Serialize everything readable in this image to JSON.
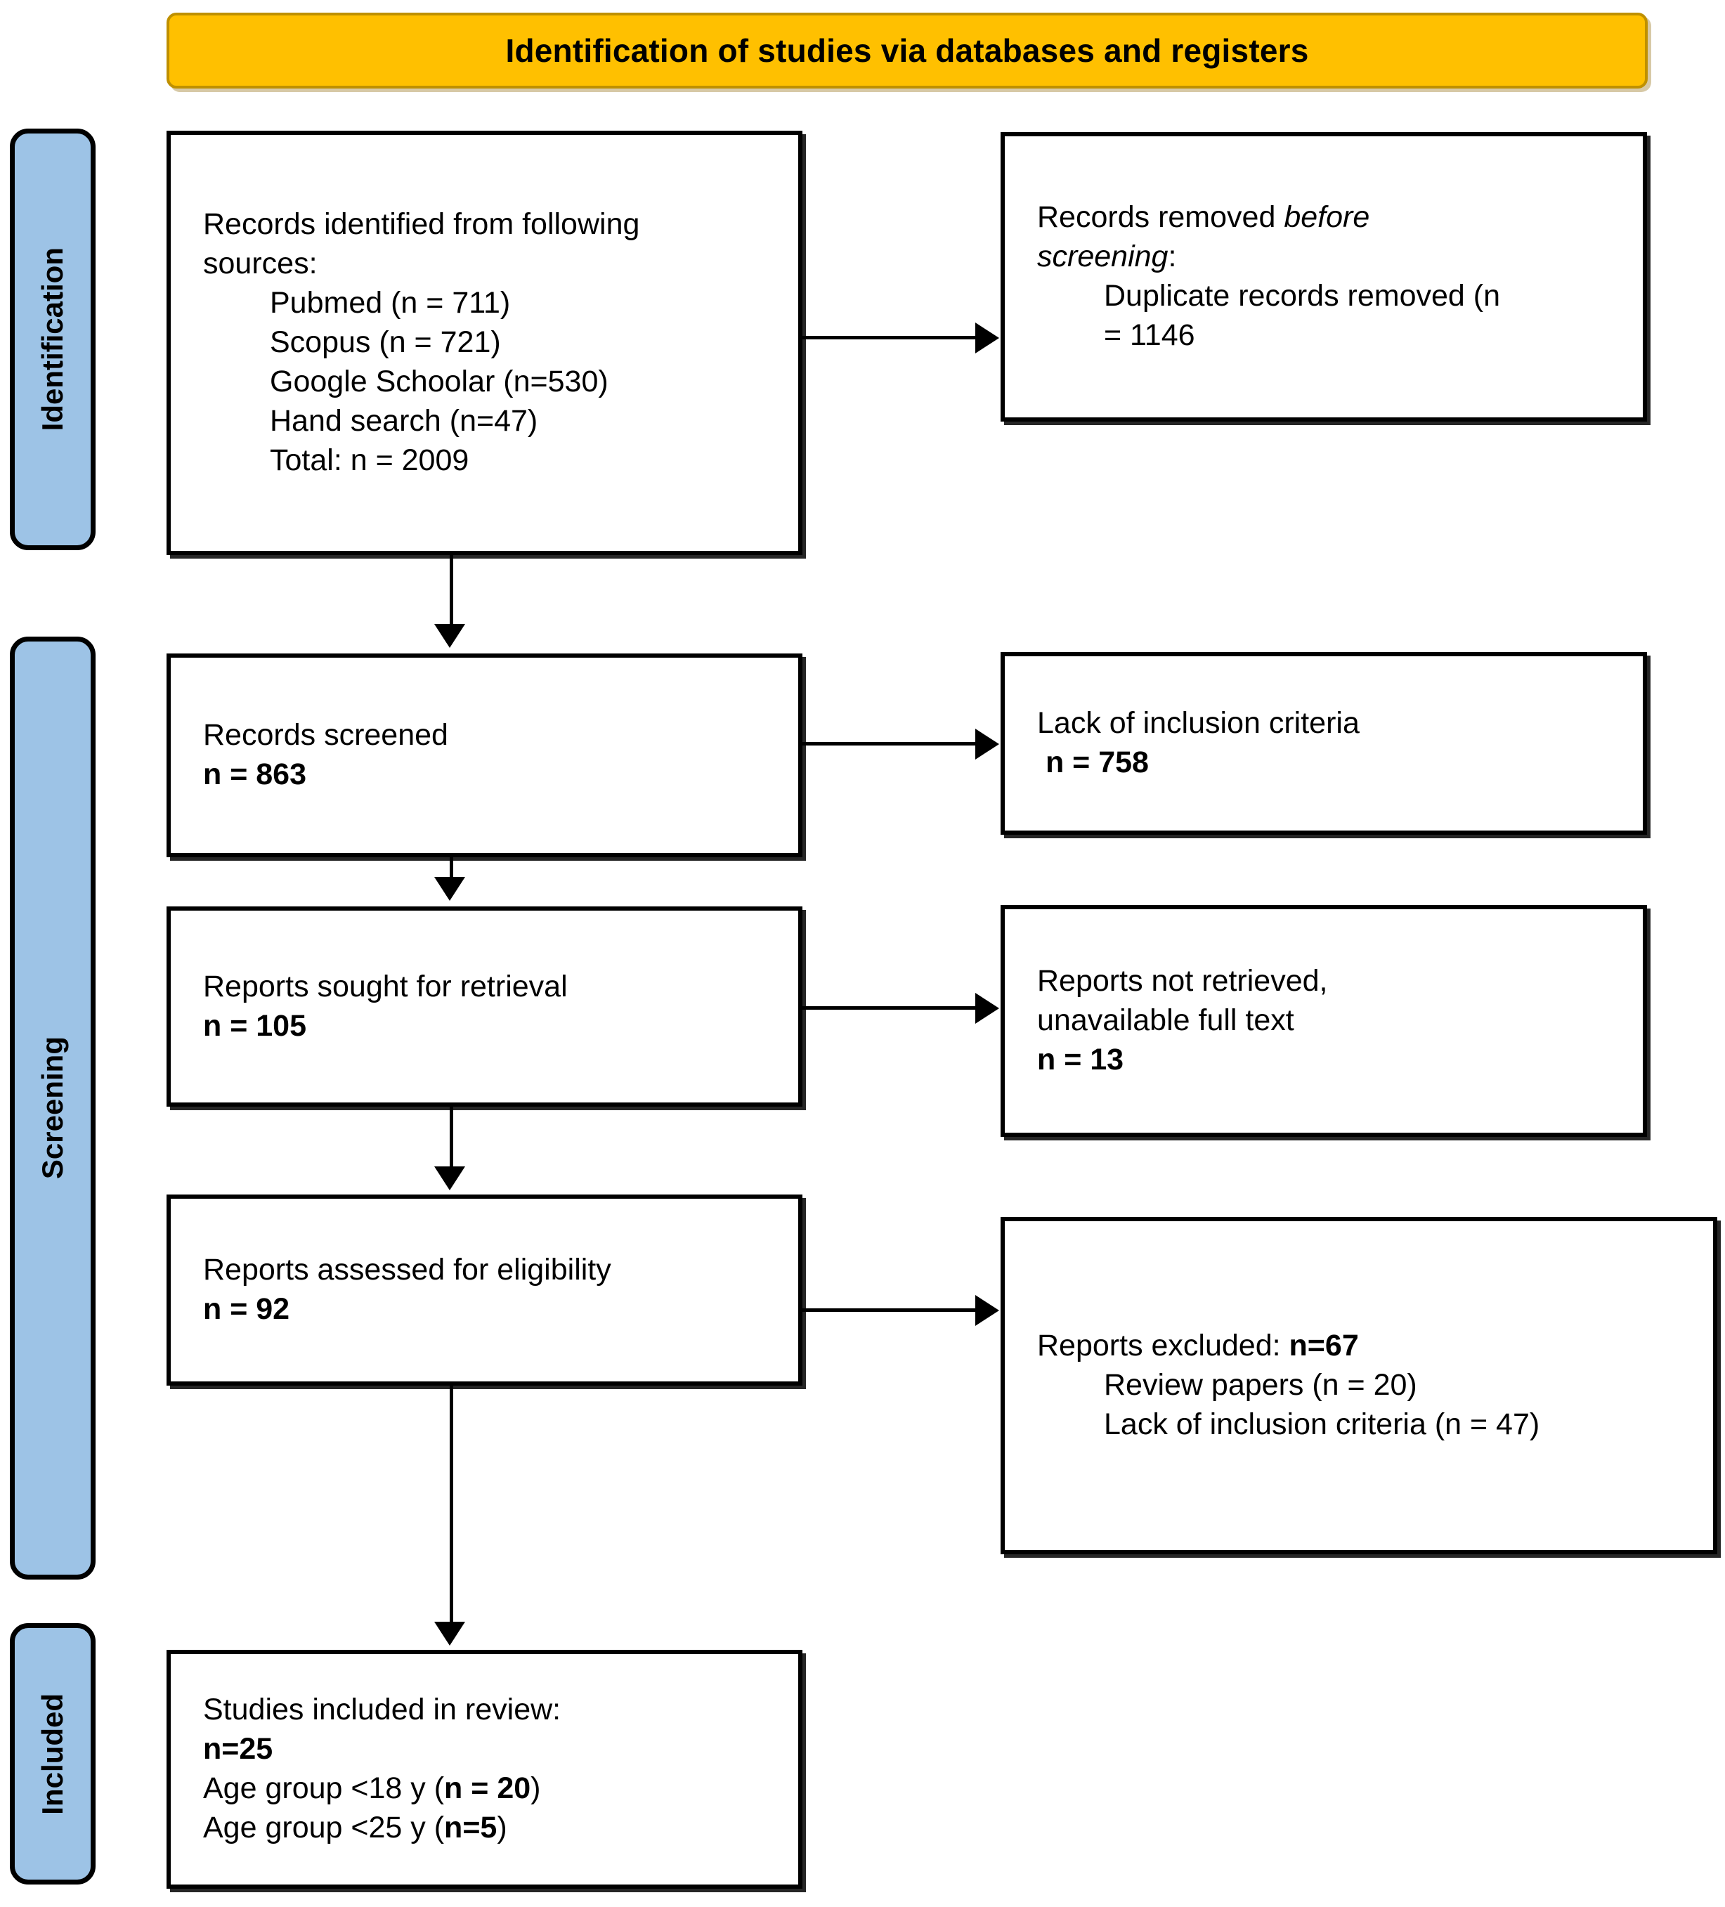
{
  "banner": {
    "title": "Identification of studies via databases and registers",
    "bg_color": "#FFC000",
    "border_color": "#BF9000"
  },
  "stage_labels": {
    "identification": "Identification",
    "screening": "Screening",
    "included": "Included",
    "bg_color": "#9DC3E6"
  },
  "boxes": {
    "identified": {
      "l1": "Records identified from following",
      "l2": "sources:",
      "l3": "Pubmed (n = 711)",
      "l4": "Scopus (n = 721)",
      "l5": "Google Schoolar (n=530)",
      "l6": "Hand search (n=47)",
      "l7": "Total: n = 2009"
    },
    "removed": {
      "l1_a": "Records removed ",
      "l1_b": "before",
      "l2_b": "screening",
      "l2_a": ":",
      "l3": "Duplicate records removed (n",
      "l4": "= 1146"
    },
    "screened": {
      "l1": "Records screened",
      "l2": "n = 863"
    },
    "lack_criteria": {
      "l1": "Lack of inclusion criteria",
      "l2": " n = 758"
    },
    "sought": {
      "l1": "Reports sought for retrieval",
      "l2": "n = 105"
    },
    "not_retrieved": {
      "l1": "Reports not retrieved,",
      "l2": "unavailable full text",
      "l3": "n = 13"
    },
    "assessed": {
      "l1": "Reports assessed for eligibility",
      "l2": "n = 92"
    },
    "excluded": {
      "l1_a": "Reports excluded: ",
      "l1_b": "n=67",
      "l2": "Review papers (n = 20)",
      "l3": "Lack of inclusion criteria (n = 47)"
    },
    "included": {
      "l1": "Studies included in review:",
      "l2": "n=25",
      "l3_a": "Age group <18 y (",
      "l3_b": "n = 20",
      "l3_c": ")",
      "l4_a": "Age group <25 y (",
      "l4_b": "n=5",
      "l4_c": ")"
    }
  },
  "chart_data": {
    "type": "diagram",
    "title": "Identification of studies via databases and registers",
    "flow": "PRISMA 2020",
    "nodes": [
      {
        "id": "identified",
        "stage": "Identification",
        "column": "left",
        "total": 2009,
        "sources": [
          {
            "name": "Pubmed",
            "n": 711
          },
          {
            "name": "Scopus",
            "n": 721
          },
          {
            "name": "Google Schoolar",
            "n": 530
          },
          {
            "name": "Hand search",
            "n": 47
          }
        ]
      },
      {
        "id": "removed",
        "stage": "Identification",
        "column": "right",
        "duplicates_removed": 1146
      },
      {
        "id": "screened",
        "stage": "Screening",
        "column": "left",
        "n": 863
      },
      {
        "id": "lack_criteria",
        "stage": "Screening",
        "column": "right",
        "n": 758
      },
      {
        "id": "sought",
        "stage": "Screening",
        "column": "left",
        "n": 105
      },
      {
        "id": "not_retrieved",
        "stage": "Screening",
        "column": "right",
        "n": 13
      },
      {
        "id": "assessed",
        "stage": "Screening",
        "column": "left",
        "n": 92
      },
      {
        "id": "excluded",
        "stage": "Screening",
        "column": "right",
        "n": 67,
        "reasons": [
          {
            "name": "Review papers",
            "n": 20
          },
          {
            "name": "Lack of inclusion criteria",
            "n": 47
          }
        ]
      },
      {
        "id": "included",
        "stage": "Included",
        "column": "left",
        "n": 25,
        "groups": [
          {
            "name": "Age group <18 y",
            "n": 20
          },
          {
            "name": "Age group <25 y",
            "n": 5
          }
        ]
      }
    ],
    "edges": [
      {
        "from": "identified",
        "to": "removed",
        "direction": "right"
      },
      {
        "from": "identified",
        "to": "screened",
        "direction": "down"
      },
      {
        "from": "screened",
        "to": "lack_criteria",
        "direction": "right"
      },
      {
        "from": "screened",
        "to": "sought",
        "direction": "down"
      },
      {
        "from": "sought",
        "to": "not_retrieved",
        "direction": "right"
      },
      {
        "from": "sought",
        "to": "assessed",
        "direction": "down"
      },
      {
        "from": "assessed",
        "to": "excluded",
        "direction": "right"
      },
      {
        "from": "assessed",
        "to": "included",
        "direction": "down"
      }
    ]
  }
}
